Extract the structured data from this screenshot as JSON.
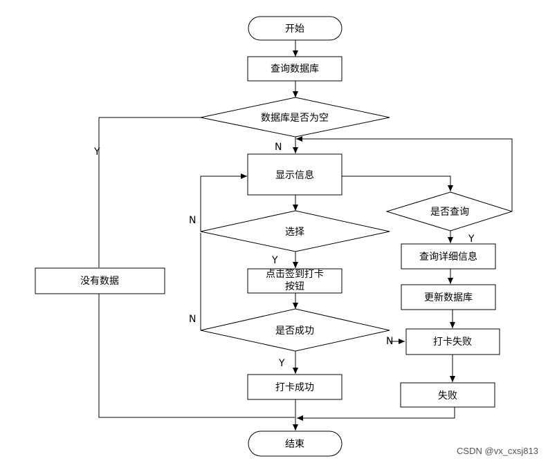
{
  "nodes": {
    "start": "开始",
    "query_db": "查询数据库",
    "db_empty": "数据库是否为空",
    "show_info": "显示信息",
    "choose": "选择",
    "click_checkin_line1": "点击签到打卡",
    "click_checkin_line2": "按钮",
    "success_q": "是否成功",
    "checkin_ok": "打卡成功",
    "no_data": "没有数据",
    "query_q": "是否查询",
    "query_detail": "查询详细信息",
    "update_db": "更新数据库",
    "checkin_fail": "打卡失败",
    "fail": "失败",
    "end": "结束"
  },
  "edge_labels": {
    "db_empty_yes": "Y",
    "db_empty_no": "N",
    "choose_no": "N",
    "choose_yes": "Y",
    "success_no_left": "N",
    "success_yes": "Y",
    "success_no_right": "N",
    "query_yes": "Y"
  },
  "watermark": "CSDN @vx_cxsj813"
}
